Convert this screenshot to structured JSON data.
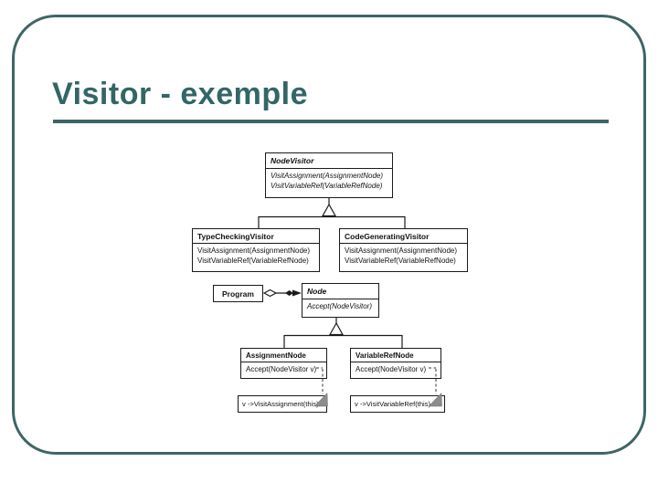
{
  "slide": {
    "title": "Visitor - exemple",
    "accent_color": "#336666",
    "frame_color": "#3e6565",
    "background_color": "#ffffff"
  },
  "diagram": {
    "node_visitor": {
      "name": "NodeVisitor",
      "abstract": true,
      "methods": [
        "VisitAssignment(AssignmentNode)",
        "VisitVariableRef(VariableRefNode)"
      ]
    },
    "type_checking_visitor": {
      "name": "TypeCheckingVisitor",
      "abstract": false,
      "methods": [
        "VisitAssignment(AssignmentNode)",
        "VisitVariableRef(VariableRefNode)"
      ]
    },
    "code_generating_visitor": {
      "name": "CodeGeneratingVisitor",
      "abstract": false,
      "methods": [
        "VisitAssignment(AssignmentNode)",
        "VisitVariableRef(VariableRefNode)"
      ]
    },
    "program": {
      "name": "Program",
      "abstract": false,
      "methods": []
    },
    "node": {
      "name": "Node",
      "abstract": true,
      "methods": [
        "Accept(NodeVisitor)"
      ]
    },
    "assignment_node": {
      "name": "AssignmentNode",
      "abstract": false,
      "methods": [
        "Accept(NodeVisitor v)"
      ]
    },
    "variable_ref_node": {
      "name": "VariableRefNode",
      "abstract": false,
      "methods": [
        "Accept(NodeVisitor v)"
      ]
    },
    "notes": {
      "assignment": "v ->VisitAssignment(this)",
      "variable_ref": "v ->VisitVariableRef(this)"
    },
    "connector_types": {
      "visitor_hierarchy": "generalization",
      "node_hierarchy": "generalization",
      "program_node": "aggregation",
      "note_links": "dashed-anchor"
    }
  }
}
